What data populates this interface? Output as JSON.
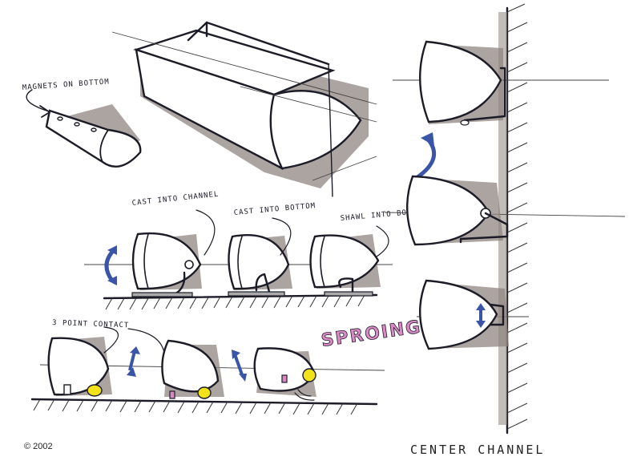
{
  "annotations": {
    "top_left": "MAGNETS ON BOTTOM",
    "mid_1": "CAST INTO CHANNEL",
    "mid_2": "CAST INTO BOTTOM",
    "mid_3": "SHAWL INTO BOTTOM",
    "bottom_left": "3 POINT CONTACT",
    "sproing": "SPROING!",
    "section_title": "CENTER CHANNEL",
    "copyright": "© 2002"
  },
  "colors": {
    "shadow": "#8f8680",
    "arrow_blue": "#3a54a8",
    "pad_yellow": "#f2e21a",
    "pink": "#d98ac5",
    "ink": "#1c1c28"
  },
  "icons": [
    "rotate-arrow-icon",
    "curved-arrow-icon",
    "double-arrow-icon"
  ]
}
